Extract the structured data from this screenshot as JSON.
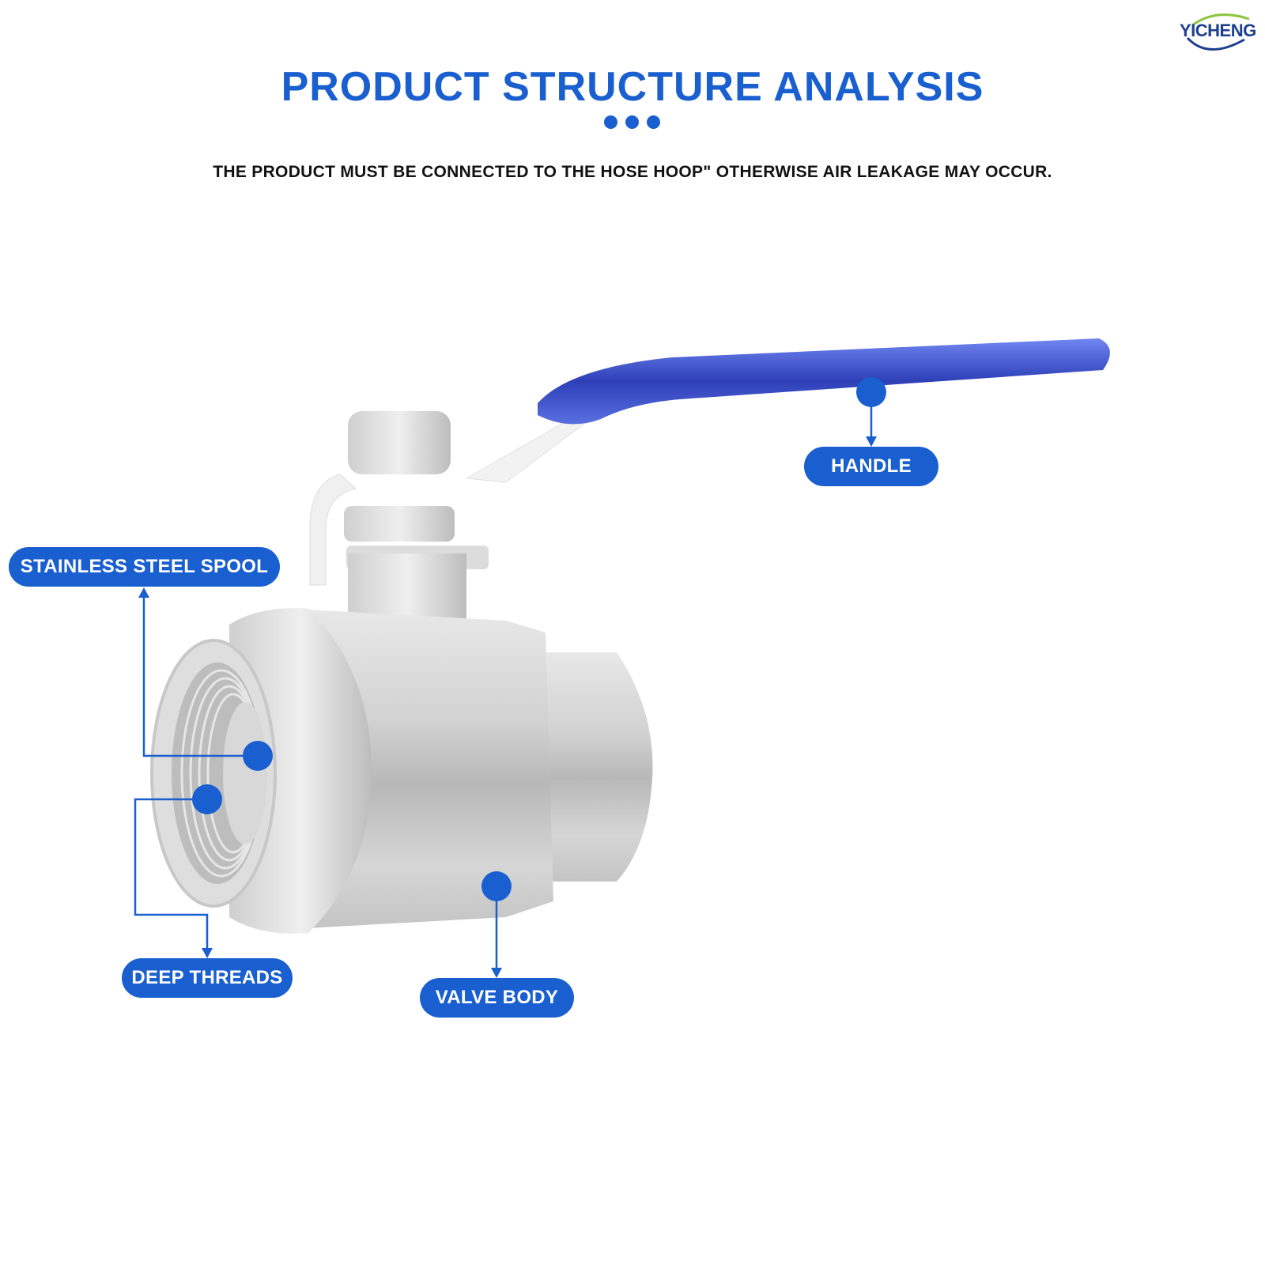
{
  "brand": {
    "logo_text": "YICHENG"
  },
  "header": {
    "title": "PRODUCT STRUCTURE ANALYSIS",
    "subtitle": "THE PRODUCT MUST BE CONNECTED TO THE HOSE HOOP\" OTHERWISE AIR LEAKAGE MAY OCCUR."
  },
  "callouts": {
    "handle": "HANDLE",
    "spool": "STAINLESS STEEL SPOOL",
    "threads": "DEEP THREADS",
    "body": "VALVE BODY"
  },
  "colors": {
    "accent": "#1a5fcf",
    "handle": "#3a4fc9",
    "text": "#111111"
  }
}
